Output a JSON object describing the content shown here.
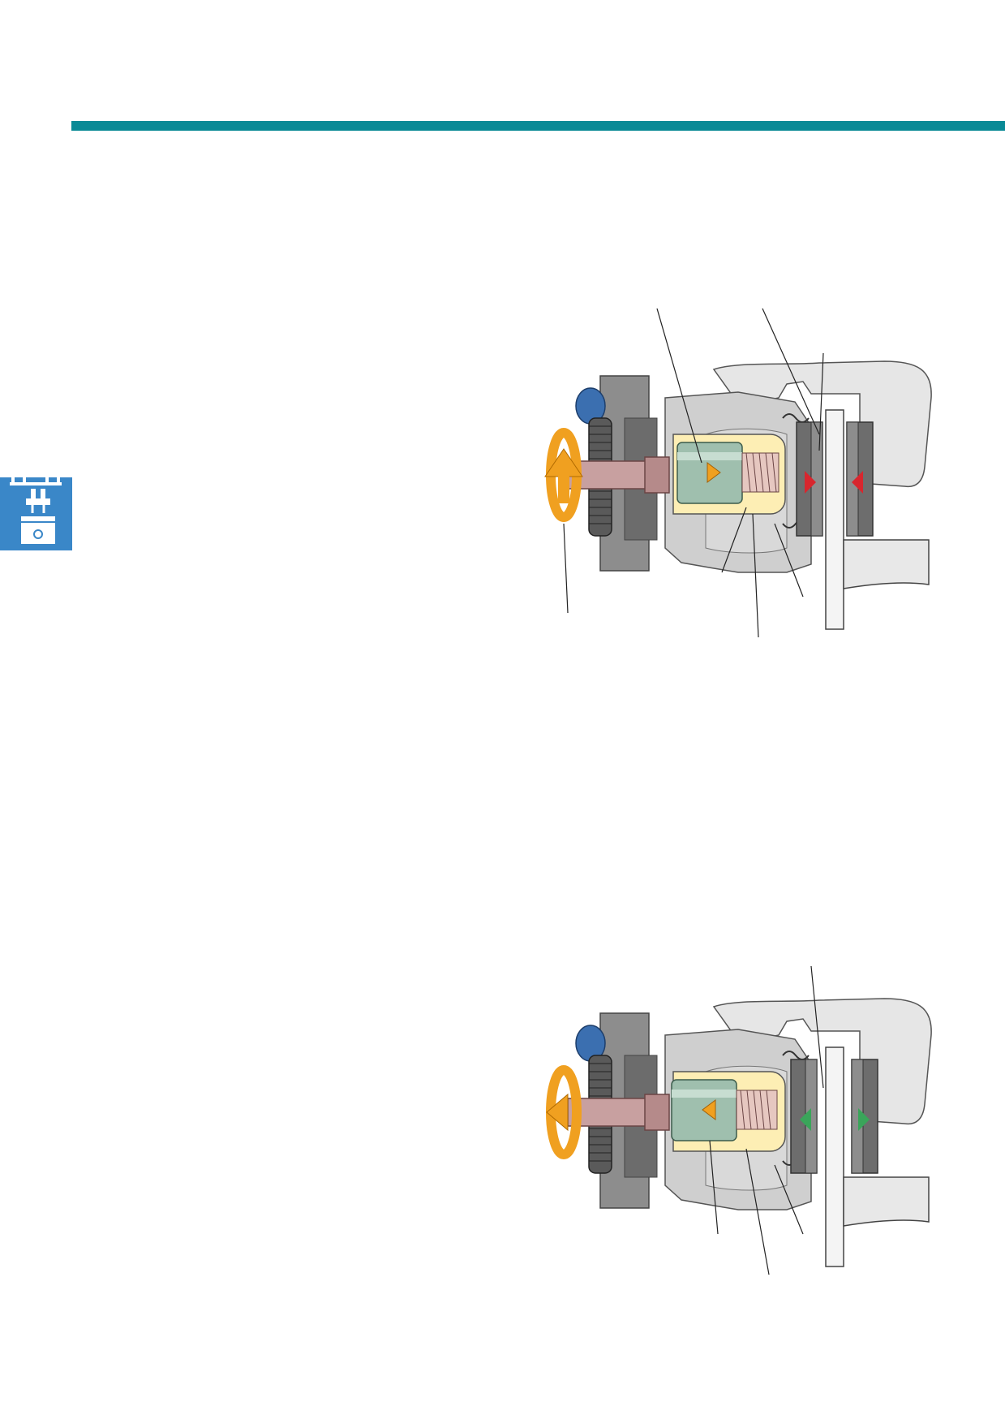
{
  "colors": {
    "header_rule": "#0a8a96",
    "side_tab": "#3a87c8",
    "apply_arrow": "#d8262e",
    "release_arrow": "#3aa55a",
    "motion_arrow": "#f0a020",
    "piston": "#9fbfae",
    "spindle_nut": "#fdeeb4",
    "caliper": "#d4d4d4",
    "housing": "#8a8a8a"
  },
  "side_tab": {
    "icon": "engine-piston-icon"
  },
  "figures": [
    {
      "id": "apply",
      "state_arrow_color": "red",
      "rotation_icon": "rotation-arrow-icon"
    },
    {
      "id": "release",
      "state_arrow_color": "green",
      "rotation_icon": "rotation-arrow-icon"
    }
  ]
}
